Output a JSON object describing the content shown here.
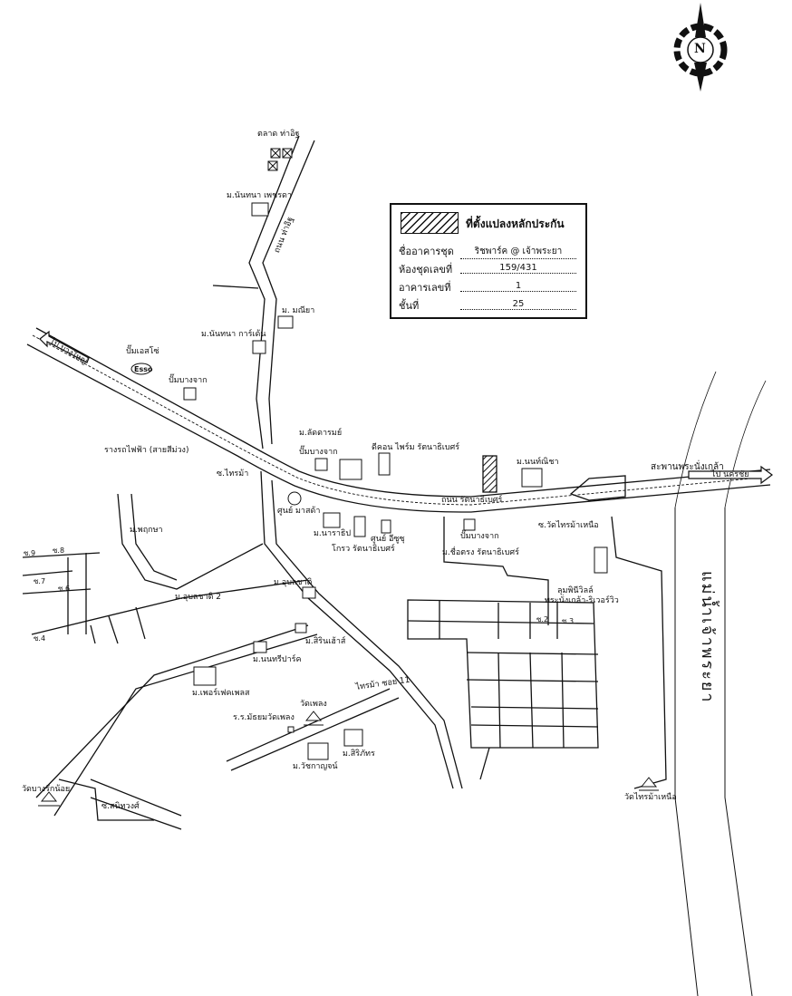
{
  "legend": {
    "title": "ที่ตั้งแปลงหลักประกัน",
    "rows": [
      {
        "label": "ชื่ออาคารชุด",
        "value": "ริชพาร์ค @ เจ้าพระยา"
      },
      {
        "label": "ห้องชุดเลขที่",
        "value": "159/431"
      },
      {
        "label": "อาคารเลขที่",
        "value": "1"
      },
      {
        "label": "ชั้นที่",
        "value": "25"
      }
    ]
  },
  "compass": {
    "letter": "N"
  },
  "labels": {
    "talad_tha_it": "ตลาด ท่าอิฐ",
    "m_nanthana_phetchada": "ม.นันทนา เพชรดา",
    "thanon_tha_it": "ถนน ท่าอิฐ",
    "m_maneeya": "ม. มณียา",
    "m_nanthana_garden": "ม.นันทนา การ์เด้น",
    "pum_esso": "ปั๊มเอสโซ่",
    "esso": "Esso",
    "pum_bangchak_1": "ปั๊มบางจาก",
    "pai_bangyai": "ไป บางใหญ่",
    "rail": "รางรถไฟฟ้า (สายสีม่วง)",
    "m_ladarom": "ม.ลัดดารมย์",
    "pum_bangchak_2": "ปั๊มบางจาก",
    "dcondo": "ดีคอน ไพร์ม รัตนาธิเบศร์",
    "m_nonthicha": "ม.นนท์ณิชา",
    "bridge": "สะพานพระนั่งเกล้า",
    "pai_nakhonchai": "ไป นครชัย",
    "s_sainma": "ซ.ไทรม้า",
    "thanon_rattanathibet": "ถนน รัตนาธิเบศร์",
    "mazda": "ศูนย์ มาสด้า",
    "m_narathip": "ม.นาราธิป",
    "isuzu": "ศูนย์ อีซูซุ",
    "krisda": "โกรว รัตนาธิเบศร์",
    "pum_bangchak_3": "ปั๊มบางจาก",
    "s_wat_sai_ma_nuea": "ซ.วัดไทรม้าเหนือ",
    "m_suetrong": "ม.ชื่อตรง รัตนาธิเบศร์",
    "lumpini": "ลุมพินีวิลล์",
    "lumpini2": "พระนั่งเกล้า-ริเวอร์วิว",
    "m_pruksa": "ม.พฤกษา",
    "m_unlachat2": "ม.อุบลชาติ 2",
    "m_unlachat": "ม.อุบลชาติ",
    "m_sirinhouse": "ม.สิรินเฮ้าส์",
    "m_nonthripark": "ม.นนทรีปาร์ค",
    "m_perfectplace": "ม.เพอร์เฟคเพลส",
    "sainma_soi11": "ไทรม้า ซอย 11",
    "wat_plueng": "วัดเพลง",
    "school": "ร.ร.มัธยมวัดเพลง",
    "m_siriphat": "ม.สิริภัทร",
    "m_watcharakan": "ม.วัชกาญจน์",
    "wat_bang_rak_noi": "วัดบางรักน้อย",
    "s_sanitwong": "ซ.สนิทวงศ์",
    "wat_sai_ma_nuea": "วัดไทรม้าเหนือ",
    "s9": "ซ.9",
    "s8": "ซ.8",
    "s7": "ซ.7",
    "s6": "ซ.6",
    "s4": "ซ.4",
    "s2": "ซ.2",
    "s3": "ซ.3",
    "river": "แม่น้ำเจ้าพระยา"
  }
}
